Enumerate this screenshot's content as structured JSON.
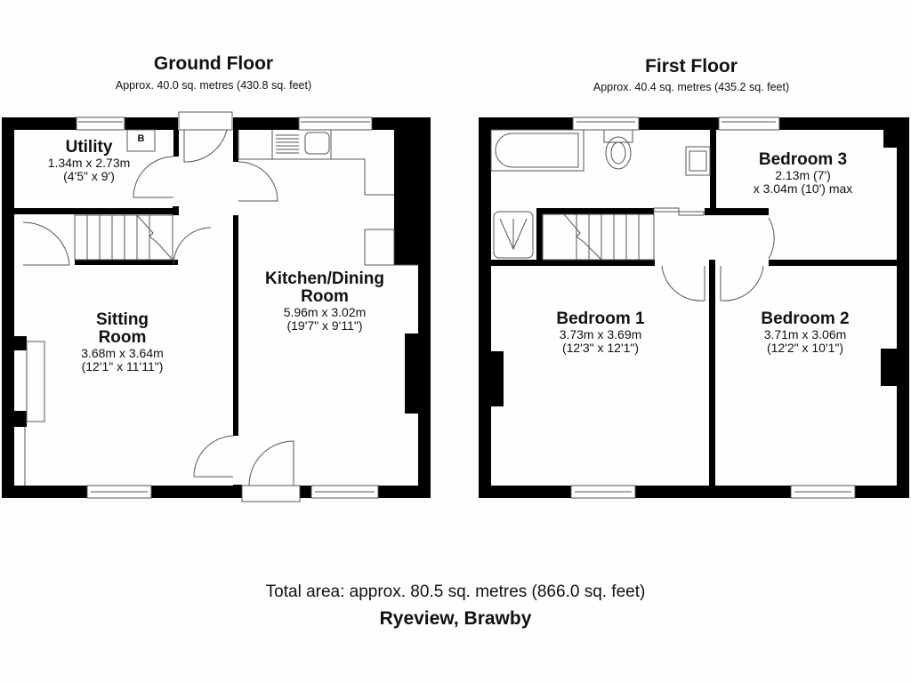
{
  "ground_floor": {
    "title": "Ground Floor",
    "area": "Approx. 40.0 sq. metres (430.8 sq. feet)",
    "rooms": [
      {
        "name": "Utility",
        "dim_metric": "1.34m x 2.73m",
        "dim_imperial": "(4'5\" x 9')"
      },
      {
        "name": "Sitting",
        "name2": "Room",
        "dim_metric": "3.68m x 3.64m",
        "dim_imperial": "(12'1\" x 11'11\")"
      },
      {
        "name": "Kitchen/Dining",
        "name2": "Room",
        "dim_metric": "5.96m x 3.02m",
        "dim_imperial": "(19'7\" x 9'11\")"
      }
    ],
    "boiler_label": "B"
  },
  "first_floor": {
    "title": "First Floor",
    "area": "Approx. 40.4 sq. metres (435.2 sq. feet)",
    "rooms": [
      {
        "name": "Bedroom 3",
        "dim_metric": "2.13m (7')",
        "dim_imperial": "x 3.04m (10') max"
      },
      {
        "name": "Bedroom 1",
        "dim_metric": "3.73m x 3.69m",
        "dim_imperial": "(12'3\" x 12'1\")"
      },
      {
        "name": "Bedroom 2",
        "dim_metric": "3.71m x 3.06m",
        "dim_imperial": "(12'2\" x 10'1\")"
      }
    ]
  },
  "footer": {
    "total_area": "Total area: approx. 80.5 sq. metres (866.0 sq. feet)",
    "address": "Ryeview, Brawby"
  },
  "colors": {
    "wall": "#000000",
    "fixture_line": "#555555",
    "background": "#fefefe"
  }
}
